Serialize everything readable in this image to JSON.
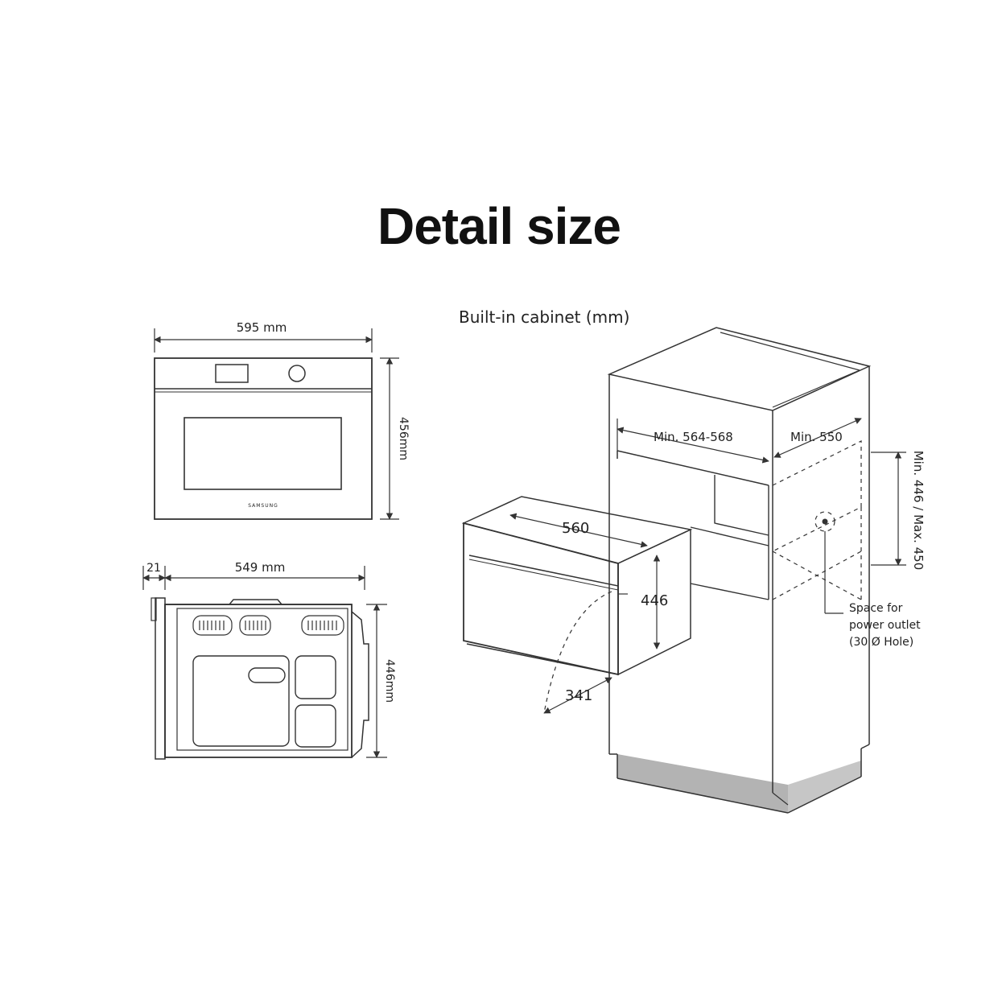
{
  "title": "Detail size",
  "front_view": {
    "width_label": "595 mm",
    "height_label": "456mm",
    "brand": "SAMSUNG"
  },
  "side_view": {
    "offset_label": "21",
    "depth_label": "549 mm",
    "height_label": "446mm"
  },
  "cabinet": {
    "heading": "Built-in cabinet (mm)",
    "width_label": "Min. 564-568",
    "depth_label": "Min. 550",
    "height_label": "Min. 446 / Max. 450",
    "oven_depth_label": "560",
    "oven_height_label": "446",
    "door_swing_label": "341",
    "outlet_note": [
      "Space for",
      "power outlet",
      "(30 Ø Hole)"
    ]
  },
  "colors": {
    "line": "#333333",
    "plinth": "#b3b3b3"
  }
}
